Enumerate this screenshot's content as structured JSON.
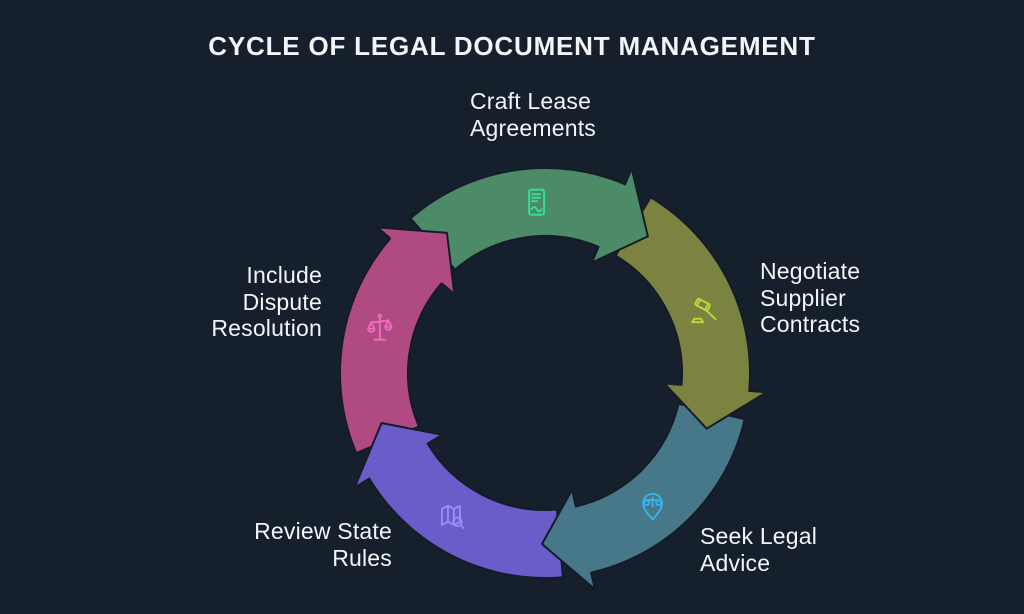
{
  "title": "CYCLE OF LEGAL DOCUMENT MANAGEMENT",
  "theme": {
    "background": "#161f2c",
    "text_color": "#f3f6f8",
    "segment_outline": "#141c28"
  },
  "cycle": {
    "type": "circular-arrow-cycle",
    "direction": "clockwise",
    "segments": [
      {
        "label": "Craft Lease\nAgreements",
        "icon": "contract-document-icon",
        "arc_color": "#4c8a68",
        "icon_color": "#35dd9b"
      },
      {
        "label": "Negotiate\nSupplier\nContracts",
        "icon": "gavel-icon",
        "arc_color": "#7c8340",
        "icon_color": "#b9da37"
      },
      {
        "label": "Seek Legal\nAdvice",
        "icon": "legal-location-pin-icon",
        "arc_color": "#47788a",
        "icon_color": "#33b5ec"
      },
      {
        "label": "Review State\nRules",
        "icon": "map-search-icon",
        "arc_color": "#6a5cc9",
        "icon_color": "#9b8cf5"
      },
      {
        "label": "Include\nDispute\nResolution",
        "icon": "scales-of-justice-icon",
        "arc_color": "#b04a82",
        "icon_color": "#ef6bbd"
      }
    ]
  }
}
